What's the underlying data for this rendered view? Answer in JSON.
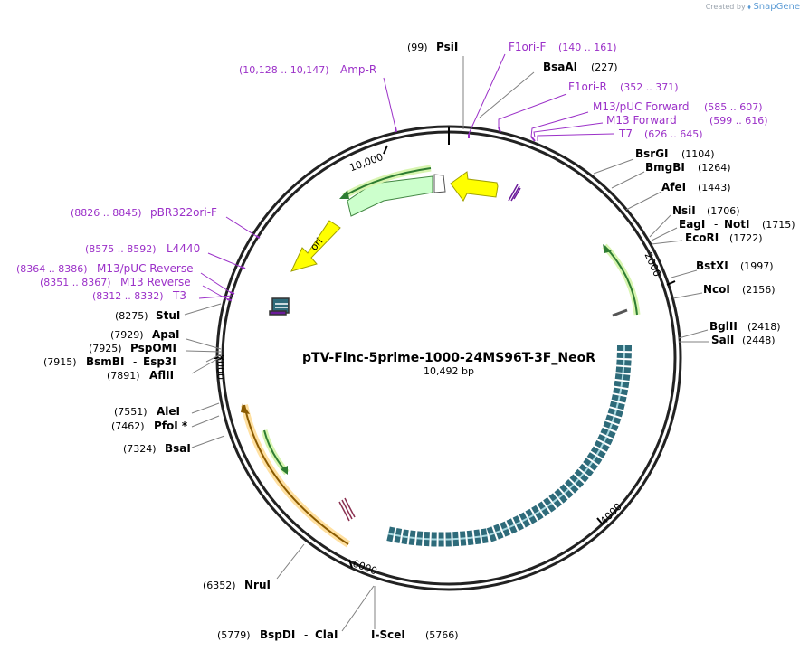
{
  "brand": {
    "created_by": "Created by",
    "product": "SnapGene"
  },
  "plasmid": {
    "name": "pTV-Flnc-5prime-1000-24MS96T-3F_NeoR",
    "size_label": "10,492 bp"
  },
  "ticks": [
    "10,000",
    "2000",
    "4000",
    "6000",
    "8000"
  ],
  "colors": {
    "primer": "#9b30c8",
    "site": "#000000",
    "leader": "#808080"
  },
  "enzymes": [
    {
      "id": "psi",
      "name": "PsiI",
      "pos": "(99)"
    },
    {
      "id": "bsaai",
      "name": "BsaAI",
      "pos": "(227)"
    },
    {
      "id": "bsrgi",
      "name": "BsrGI",
      "pos": "(1104)"
    },
    {
      "id": "bmgbi",
      "name": "BmgBI",
      "pos": "(1264)"
    },
    {
      "id": "afei",
      "name": "AfeI",
      "pos": "(1443)"
    },
    {
      "id": "nsii",
      "name": "NsiI",
      "pos": "(1706)"
    },
    {
      "id": "eagi",
      "name": "EagI",
      "sep": "-",
      "name2": "NotI",
      "pos": "(1715)"
    },
    {
      "id": "ecori",
      "name": "EcoRI",
      "pos": "(1722)"
    },
    {
      "id": "bstxi",
      "name": "BstXI",
      "pos": "(1997)"
    },
    {
      "id": "ncoi",
      "name": "NcoI",
      "pos": "(2156)"
    },
    {
      "id": "bglii",
      "name": "BglII",
      "pos": "(2418)"
    },
    {
      "id": "sali",
      "name": "SalI",
      "pos": "(2448)"
    },
    {
      "id": "stui",
      "name": "StuI",
      "pos": "(8275)"
    },
    {
      "id": "apai",
      "name": "ApaI",
      "pos": "(7929)"
    },
    {
      "id": "pspomi",
      "name": "PspOMI",
      "pos": "(7925)"
    },
    {
      "id": "bsmbi",
      "name": "BsmBI",
      "sep": "-",
      "name2": "Esp3I",
      "pos": "(7915)"
    },
    {
      "id": "aflii",
      "name": "AflII",
      "pos": "(7891)"
    },
    {
      "id": "alei",
      "name": "AleI",
      "pos": "(7551)"
    },
    {
      "id": "pfoi",
      "name": "PfoI *",
      "pos": "(7462)"
    },
    {
      "id": "bsai",
      "name": "BsaI",
      "pos": "(7324)"
    },
    {
      "id": "nrui",
      "name": "NruI",
      "pos": "(6352)"
    },
    {
      "id": "bspdi",
      "name": "BspDI",
      "sep": "-",
      "name2": "ClaI",
      "pos": "(5779)"
    },
    {
      "id": "iscei",
      "name": "I-SceI",
      "pos": "(5766)"
    }
  ],
  "primers": [
    {
      "id": "f1orif",
      "name": "F1ori-F",
      "range": "(140 .. 161)"
    },
    {
      "id": "f1orir",
      "name": "F1ori-R",
      "range": "(352 .. 371)"
    },
    {
      "id": "m13pucf",
      "name": "M13/pUC Forward",
      "range": "(585 .. 607)"
    },
    {
      "id": "m13f",
      "name": "M13 Forward",
      "range": "(599 .. 616)"
    },
    {
      "id": "t7",
      "name": "T7",
      "range": "(626 .. 645)"
    },
    {
      "id": "ampr",
      "name": "Amp-R",
      "range": "(10,128 .. 10,147)"
    },
    {
      "id": "pbr322",
      "name": "pBR322ori-F",
      "range": "(8826 .. 8845)"
    },
    {
      "id": "l4440",
      "name": "L4440",
      "range": "(8575 .. 8592)"
    },
    {
      "id": "m13pucr",
      "name": "M13/pUC Reverse",
      "range": "(8364 .. 8386)"
    },
    {
      "id": "m13r",
      "name": "M13 Reverse",
      "range": "(8351 .. 8367)"
    },
    {
      "id": "t3",
      "name": "T3",
      "range": "(8312 .. 8332)"
    }
  ],
  "features": {
    "ori_label": "ori"
  }
}
